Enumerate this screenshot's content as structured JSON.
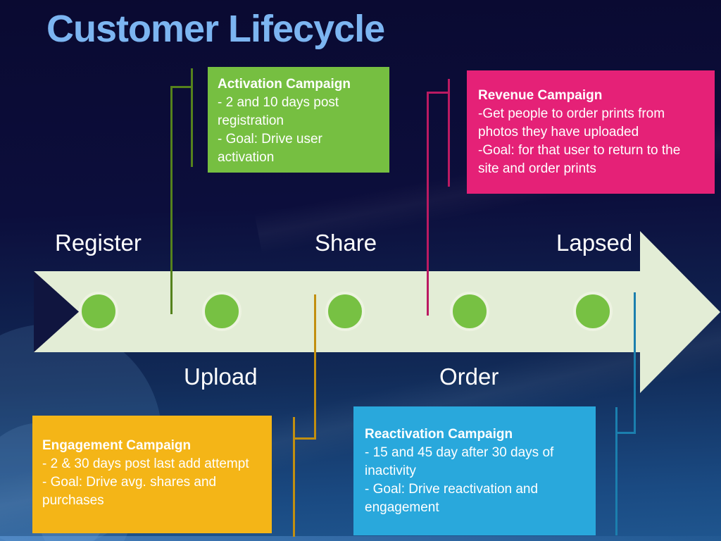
{
  "slide": {
    "title": "Customer Lifecycle"
  },
  "colors": {
    "title": "#7cb5f1",
    "band": "#e3edd6",
    "notch": "#10153f",
    "dot_green": "#77c143",
    "dot_ring": "#edf3e1"
  },
  "timeline": {
    "dot_count": 5,
    "stages": [
      {
        "label": "Register",
        "position": "above"
      },
      {
        "label": "Upload",
        "position": "below"
      },
      {
        "label": "Share",
        "position": "above"
      },
      {
        "label": "Order",
        "position": "below"
      },
      {
        "label": "Lapsed",
        "position": "above"
      }
    ]
  },
  "campaigns": [
    {
      "name": "Activation Campaign",
      "color": "#76bf41",
      "line_color": "#55821c",
      "lines": [
        "- 2 and 10 days post registration",
        "- Goal: Drive user activation"
      ]
    },
    {
      "name": "Revenue Campaign",
      "color": "#e52177",
      "line_color": "#bb1a62",
      "lines": [
        "-Get people to order prints from photos they have uploaded",
        "-Goal: for that user to return to the site and order prints"
      ]
    },
    {
      "name": "Engagement Campaign",
      "color": "#f4b517",
      "line_color": "#c28f10",
      "lines": [
        "- 2 & 30 days post last add attempt",
        "- Goal: Drive avg. shares and purchases"
      ]
    },
    {
      "name": "Reactivation Campaign",
      "color": "#29a8dc",
      "line_color": "#1b7fae",
      "lines": [
        "- 15 and 45 day after 30 days of inactivity",
        "- Goal: Drive reactivation and engagement"
      ]
    }
  ]
}
